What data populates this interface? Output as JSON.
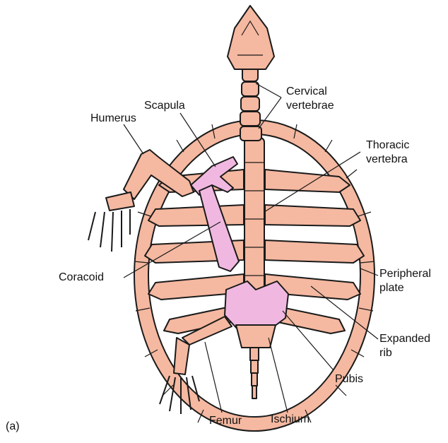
{
  "colors": {
    "bone": "#f5b8a0",
    "bone_dark": "#e89a82",
    "highlight": "#f0b8e0",
    "outline": "#1a1a1a"
  },
  "labels": {
    "cervical_line1": "Cervical",
    "cervical_line2": "vertebrae",
    "scapula": "Scapula",
    "humerus": "Humerus",
    "thoracic_line1": "Thoracic",
    "thoracic_line2": "vertebra",
    "coracoid": "Coracoid",
    "peripheral_line1": "Peripheral",
    "peripheral_line2": "plate",
    "expanded_line1": "Expanded",
    "expanded_line2": "rib",
    "pubis": "Pubis",
    "femur": "Femur",
    "ischium": "Ischium",
    "panel": "(a)"
  }
}
